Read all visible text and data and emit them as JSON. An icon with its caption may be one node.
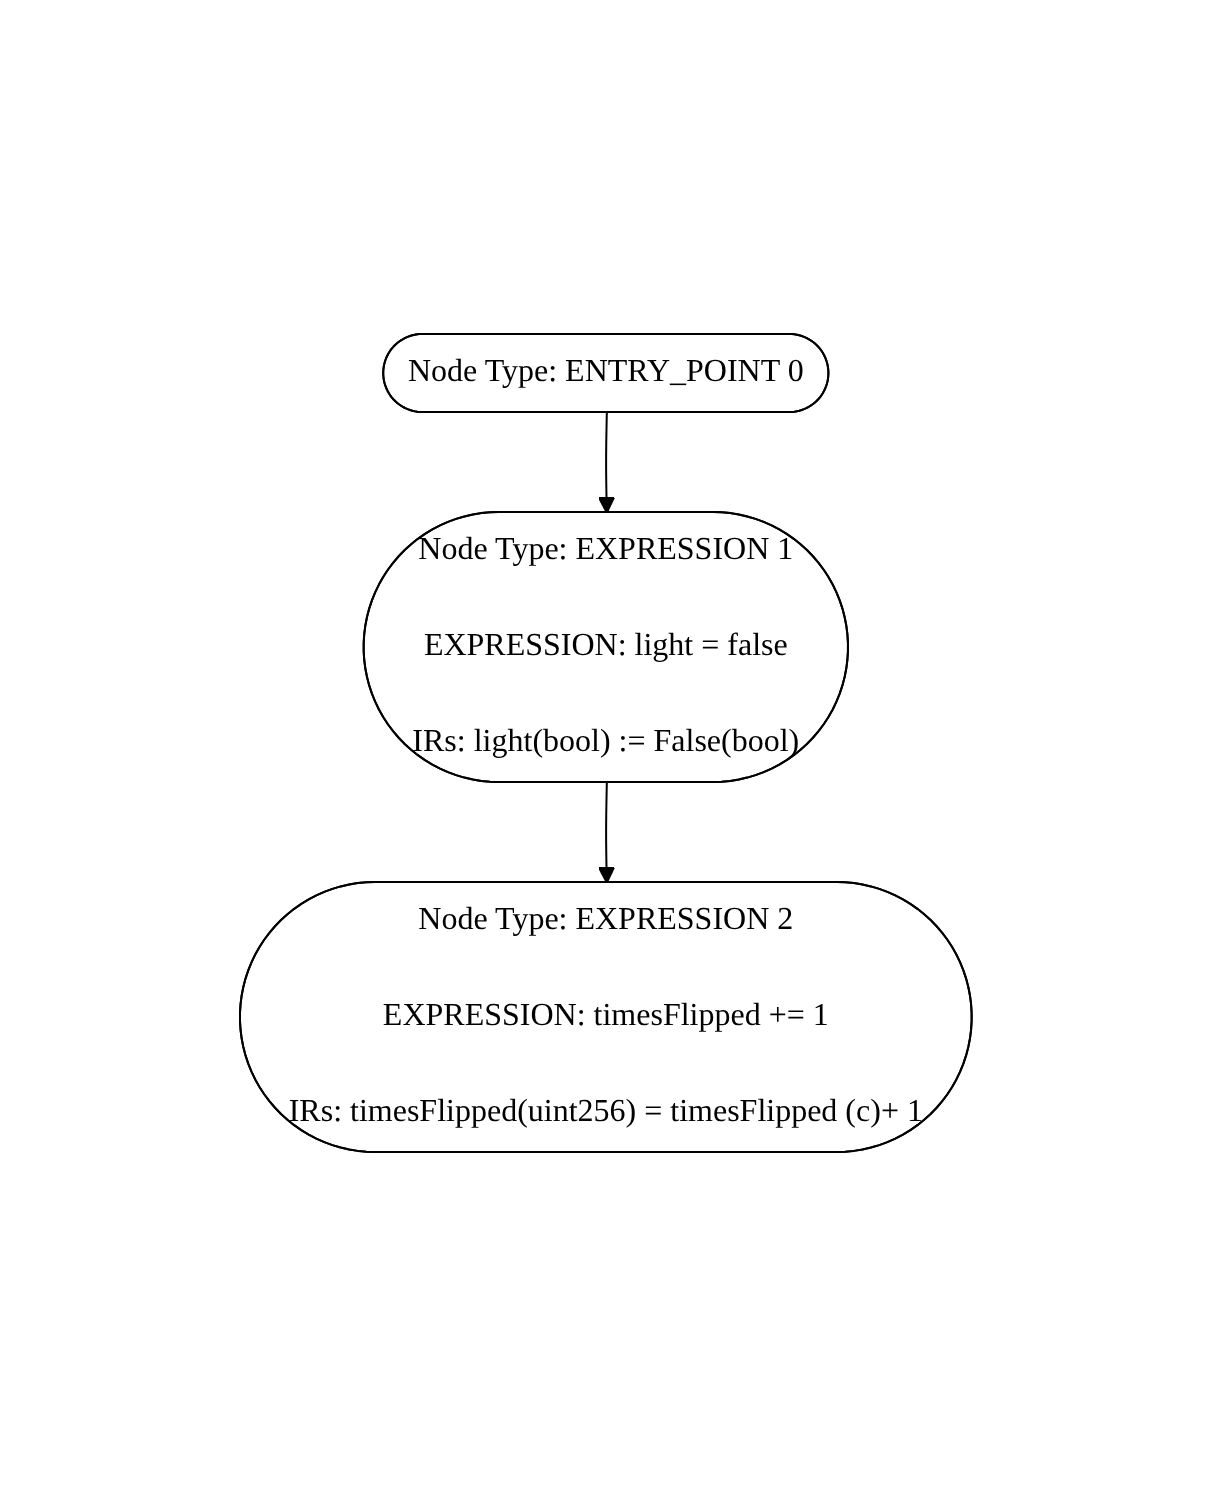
{
  "diagram": {
    "nodes": [
      {
        "text": [
          "Node Type: ENTRY_POINT 0"
        ]
      },
      {
        "text": [
          "Node Type: EXPRESSION 1",
          "EXPRESSION: light = false",
          "IRs: light(bool) := False(bool)"
        ]
      },
      {
        "text": [
          "Node Type: EXPRESSION 2",
          "EXPRESSION: timesFlipped += 1",
          "IRs: timesFlipped(uint256) = timesFlipped (c)+ 1"
        ]
      }
    ],
    "edges": [
      {
        "from": 0,
        "to": 1,
        "arrow": "to"
      },
      {
        "from": 1,
        "to": 2,
        "arrow": "to"
      }
    ]
  }
}
